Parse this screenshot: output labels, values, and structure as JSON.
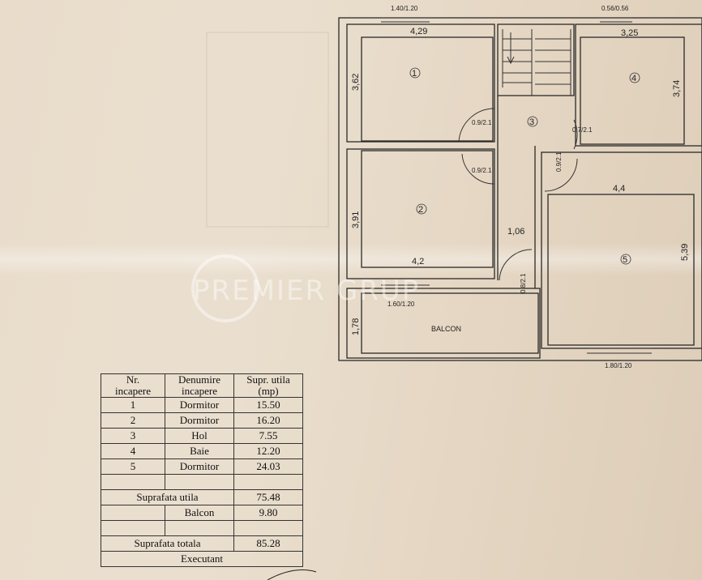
{
  "plan": {
    "rooms": [
      {
        "num": "1"
      },
      {
        "num": "2"
      },
      {
        "num": "3"
      },
      {
        "num": "4"
      },
      {
        "num": "5"
      }
    ],
    "dimensions": {
      "r1_width": "4,29",
      "r1_height": "3,62",
      "r2_width": "4,2",
      "r2_height": "3,91",
      "r4_width": "3,25",
      "r4_height": "3,74",
      "r5_width": "4,4",
      "r5_height": "5,39",
      "hall_width": "1,06",
      "balcony_height": "1,78"
    },
    "windows": {
      "w_top_left": "1.40/1.20",
      "w_top_right": "0.56/0.56",
      "w_balcony": "1.60/1.20",
      "w_bottom": "1.80/1.20"
    },
    "doors": {
      "d1": "0.9/2.1",
      "d2": "0.9/2.1",
      "d4": "0.7/2.1",
      "d5": "0.9/2.1",
      "d_balcony": "0.8/2.1"
    },
    "balcony_label": "BALCON",
    "watermark": "PREMIER GRUP"
  },
  "legend": {
    "headers": [
      [
        "Nr.",
        "incapere"
      ],
      [
        "Denumire",
        "incapere"
      ],
      [
        "Supr. utila",
        "(mp)"
      ]
    ],
    "rows": [
      {
        "nr": "1",
        "name": "Dormitor",
        "area": "15.50"
      },
      {
        "nr": "2",
        "name": "Dormitor",
        "area": "16.20"
      },
      {
        "nr": "3",
        "name": "Hol",
        "area": "7.55"
      },
      {
        "nr": "4",
        "name": "Baie",
        "area": "12.20"
      },
      {
        "nr": "5",
        "name": "Dormitor",
        "area": "24.03"
      }
    ],
    "useful_label": "Suprafata utila",
    "useful_value": "75.48",
    "balcony_label": "Balcon",
    "balcony_value": "9.80",
    "total_label": "Suprafata totala",
    "total_value": "85.28",
    "executant_label": "Executant"
  }
}
